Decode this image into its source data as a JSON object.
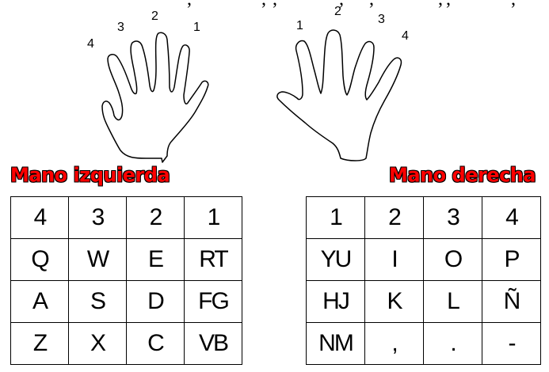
{
  "top_line": {
    "segments": [
      ", ",
      ",",
      ", ",
      ", ",
      ", ",
      ",",
      ", ",
      ", "
    ]
  },
  "left_hand": {
    "title": "Mano izquierda",
    "finger_labels": [
      "4",
      "3",
      "2",
      "1"
    ],
    "table": {
      "header": [
        "4",
        "3",
        "2",
        "1"
      ],
      "rows": [
        [
          "Q",
          "W",
          "E",
          "RT"
        ],
        [
          "A",
          "S",
          "D",
          "FG"
        ],
        [
          "Z",
          "X",
          "C",
          "VB"
        ]
      ]
    }
  },
  "right_hand": {
    "title": "Mano derecha",
    "finger_labels": [
      "1",
      "2",
      "3",
      "4"
    ],
    "table": {
      "header": [
        "1",
        "2",
        "3",
        "4"
      ],
      "rows": [
        [
          "YU",
          "I",
          "O",
          "P"
        ],
        [
          "HJ",
          "K",
          "L",
          "Ñ"
        ],
        [
          "NM",
          ",",
          ".",
          "-"
        ]
      ]
    }
  },
  "colors": {
    "title_fill": "#ff0000",
    "title_outline": "#000000",
    "lines": "#000000",
    "background": "#ffffff"
  }
}
